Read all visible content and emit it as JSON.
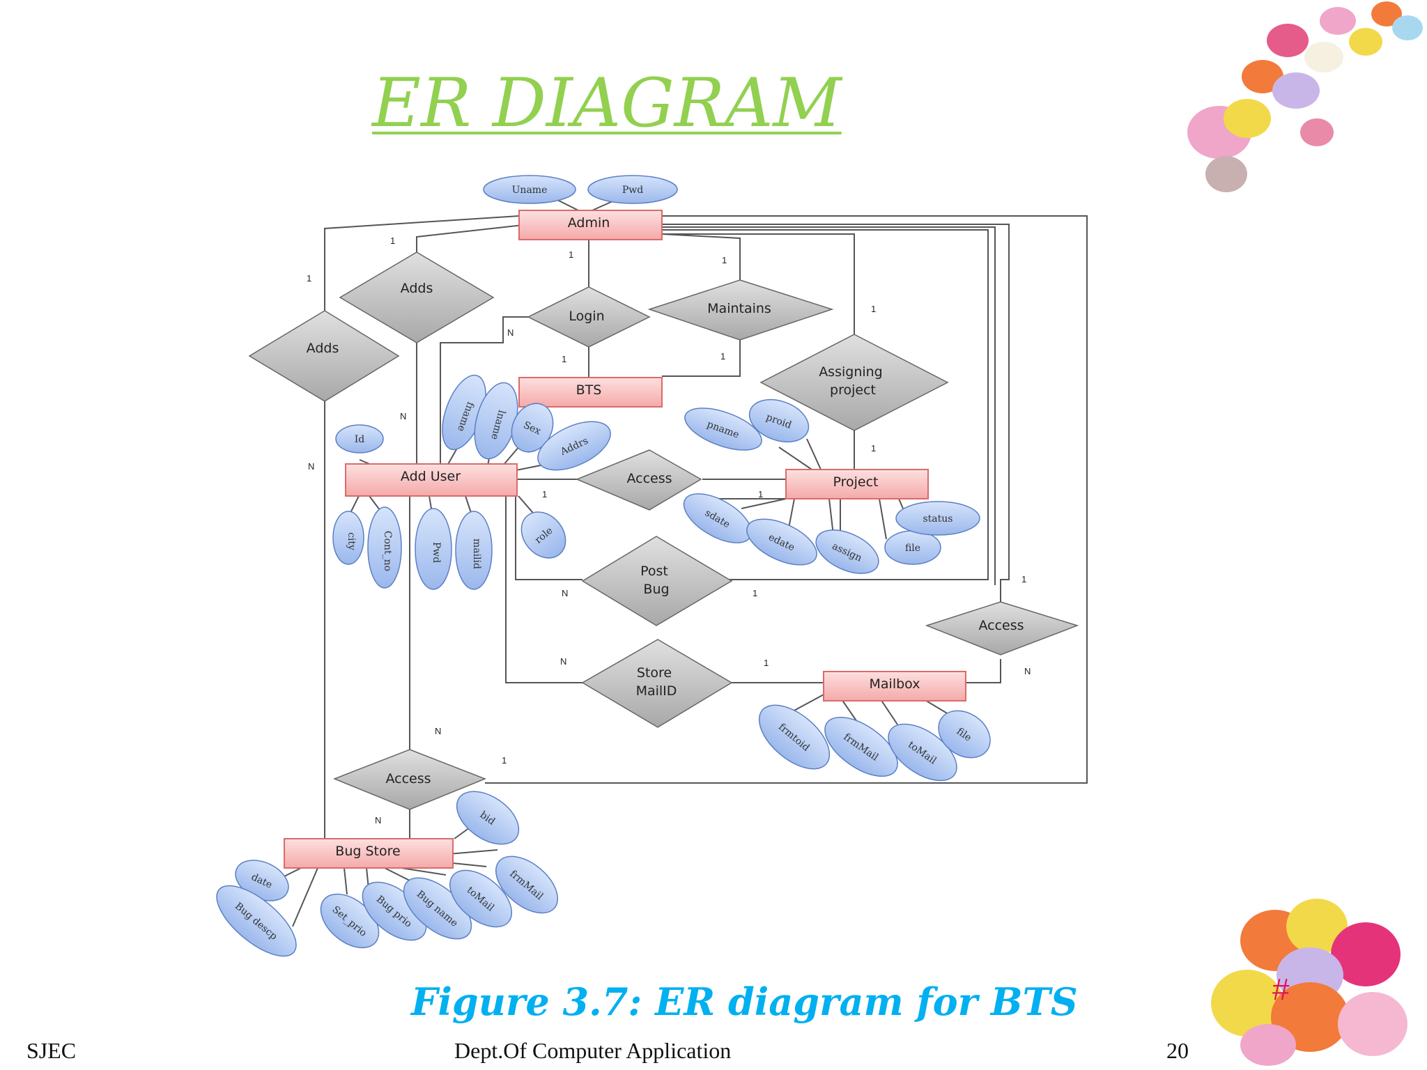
{
  "slide": {
    "title": "ER DIAGRAM",
    "caption": "Figure 3.7: ER diagram for BTS",
    "footer_left": "SJEC",
    "footer_center": "Dept.Of Computer Application",
    "page_number": "20",
    "hash_mark": "#"
  },
  "colors": {
    "title": "#92d050",
    "caption": "#00b0f0",
    "entity_fill": "#f9c3c3",
    "entity_stroke": "#d96b6b",
    "relationship_fill": "#c8c8c8",
    "attribute_fill": "#b8cff2",
    "attribute_stroke": "#5b7fc4"
  },
  "diagram": {
    "entities": [
      {
        "id": "admin",
        "label": "Admin"
      },
      {
        "id": "bts",
        "label": "BTS"
      },
      {
        "id": "adduser",
        "label": "Add User"
      },
      {
        "id": "project",
        "label": "Project"
      },
      {
        "id": "mailbox",
        "label": "Mailbox"
      },
      {
        "id": "bugstore",
        "label": "Bug Store"
      }
    ],
    "relationships": [
      {
        "id": "adds1",
        "label": "Adds"
      },
      {
        "id": "adds2",
        "label": "Adds"
      },
      {
        "id": "login",
        "label": "Login"
      },
      {
        "id": "maintains",
        "label": "Maintains"
      },
      {
        "id": "assigning",
        "label": "Assigning project"
      },
      {
        "id": "access1",
        "label": "Access"
      },
      {
        "id": "postbug",
        "label": "Post Bug"
      },
      {
        "id": "access2",
        "label": "Access"
      },
      {
        "id": "storemail",
        "label": "Store MailID"
      },
      {
        "id": "access3",
        "label": "Access"
      }
    ],
    "attributes": [
      {
        "id": "uname",
        "label": "Uname"
      },
      {
        "id": "pwd_admin",
        "label": "Pwd"
      },
      {
        "id": "fname",
        "label": "fname"
      },
      {
        "id": "lname",
        "label": "lname"
      },
      {
        "id": "sex",
        "label": "Sex"
      },
      {
        "id": "addrs",
        "label": "Addrs"
      },
      {
        "id": "id",
        "label": "Id"
      },
      {
        "id": "city",
        "label": "city"
      },
      {
        "id": "cont_no",
        "label": "Cont_no"
      },
      {
        "id": "pwd_user",
        "label": "Pwd"
      },
      {
        "id": "mailid",
        "label": "mailid"
      },
      {
        "id": "role",
        "label": "role"
      },
      {
        "id": "pname",
        "label": "pname"
      },
      {
        "id": "proid",
        "label": "proid"
      },
      {
        "id": "sdate",
        "label": "sdate"
      },
      {
        "id": "edate",
        "label": "edate"
      },
      {
        "id": "assign",
        "label": "assign"
      },
      {
        "id": "file_proj",
        "label": "file"
      },
      {
        "id": "status",
        "label": "status"
      },
      {
        "id": "frmtoid",
        "label": "frmtoid"
      },
      {
        "id": "frmmail_mb",
        "label": "frmMail"
      },
      {
        "id": "tomail_mb",
        "label": "toMail"
      },
      {
        "id": "file_mb",
        "label": "file"
      },
      {
        "id": "bid",
        "label": "bid"
      },
      {
        "id": "date",
        "label": "date"
      },
      {
        "id": "bugdescp",
        "label": "Bug descp"
      },
      {
        "id": "setprio",
        "label": "Set_prio"
      },
      {
        "id": "bugprio",
        "label": "Bug prio"
      },
      {
        "id": "bugname",
        "label": "Bug name"
      },
      {
        "id": "tomail_bs",
        "label": "toMail"
      },
      {
        "id": "frmmail_bs",
        "label": "frmMail"
      }
    ],
    "cardinalities": [
      {
        "id": "c1",
        "label": "1"
      },
      {
        "id": "c2",
        "label": "1"
      },
      {
        "id": "c3",
        "label": "1"
      },
      {
        "id": "c4",
        "label": "1"
      },
      {
        "id": "c5",
        "label": "1"
      },
      {
        "id": "c6",
        "label": "N"
      },
      {
        "id": "c7",
        "label": "1"
      },
      {
        "id": "c8",
        "label": "1"
      },
      {
        "id": "c9",
        "label": "N"
      },
      {
        "id": "c10",
        "label": "N"
      },
      {
        "id": "c11",
        "label": "1"
      },
      {
        "id": "c12",
        "label": "1"
      },
      {
        "id": "c13",
        "label": "1"
      },
      {
        "id": "c14",
        "label": "N"
      },
      {
        "id": "c15",
        "label": "1"
      },
      {
        "id": "c16",
        "label": "1"
      },
      {
        "id": "c17",
        "label": "N"
      },
      {
        "id": "c18",
        "label": "N"
      },
      {
        "id": "c19",
        "label": "1"
      },
      {
        "id": "c20",
        "label": "N"
      },
      {
        "id": "c21",
        "label": "1"
      },
      {
        "id": "c22",
        "label": "N"
      }
    ]
  }
}
